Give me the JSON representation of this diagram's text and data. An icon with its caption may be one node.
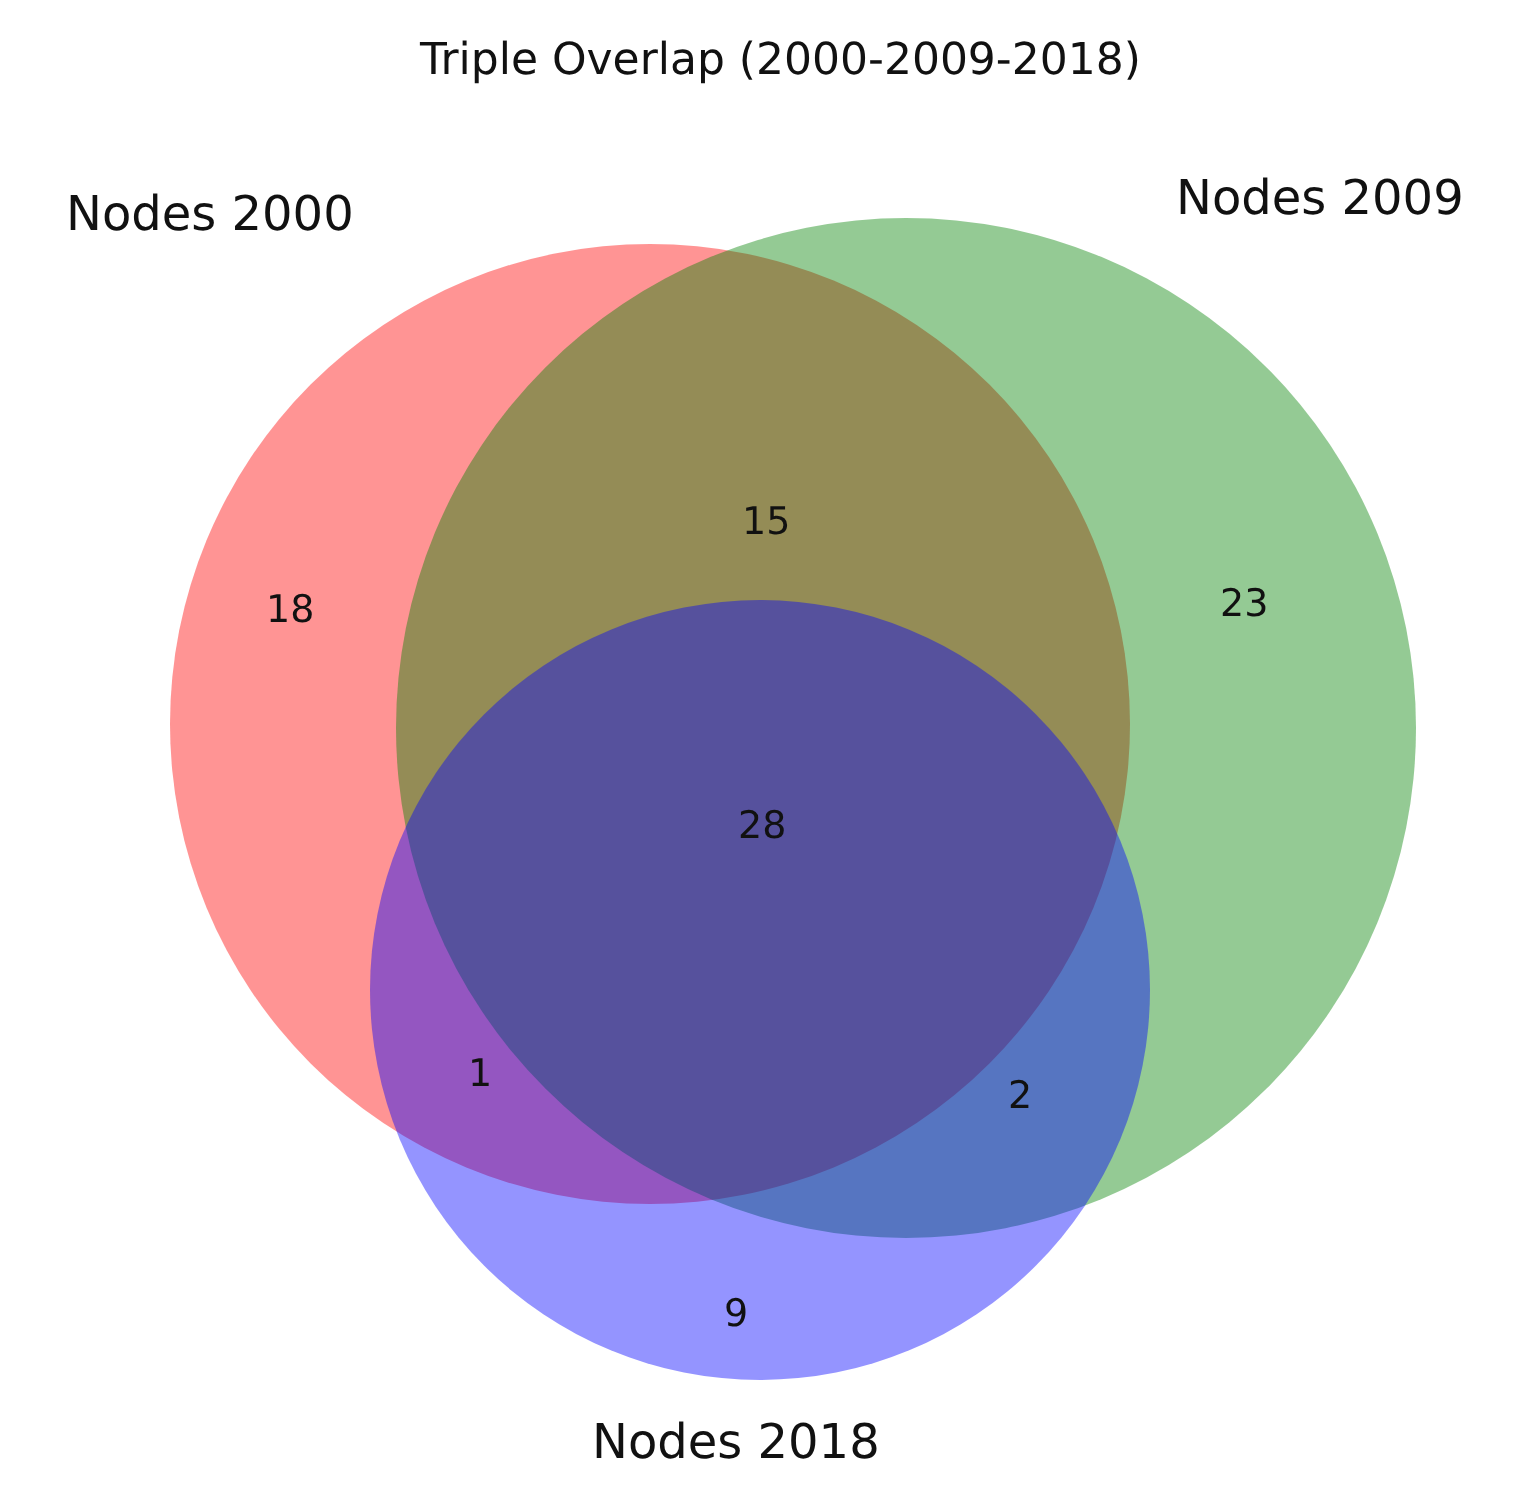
{
  "diagram": {
    "title": "Triple Overlap (2000-2009-2018)",
    "nodes": [
      {
        "text": [
          "Nodes 2000"
        ]
      },
      {
        "text": [
          "Nodes 2009"
        ]
      },
      {
        "text": [
          "Nodes 2018"
        ]
      }
    ],
    "labels": [
      "15",
      "18",
      "23",
      "28",
      "1",
      "2",
      "9"
    ]
  }
}
